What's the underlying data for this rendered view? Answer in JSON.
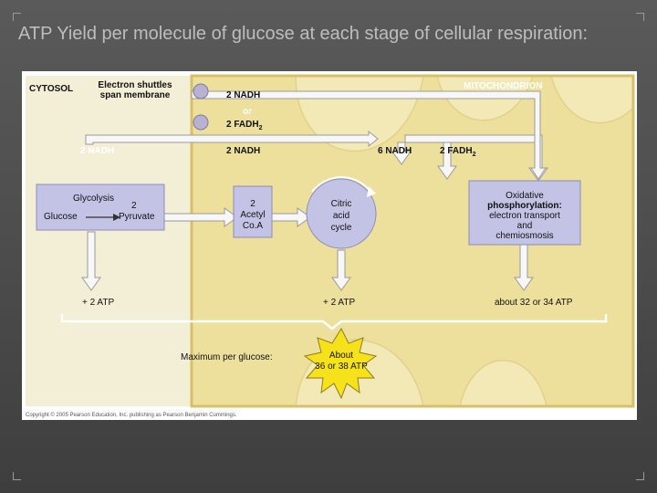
{
  "slide": {
    "title": "ATP Yield per molecule of glucose at each stage of cellular respiration:"
  },
  "figure": {
    "cytosol_label": "CYTOSOL",
    "mitochondrion_label": "MITOCHONDRION",
    "shuttle_label": "Electron shuttles span membrane",
    "shuttle_nadh": "2 NADH",
    "shuttle_or": "or",
    "shuttle_fadh2": "2 FADH",
    "shuttle_fadh2_sub": "2",
    "glycolysis_nadh": "2 NADH",
    "acetyl_nadh": "2 NADH",
    "cycle_nadh": "6 NADH",
    "cycle_fadh2": "2 FADH",
    "cycle_fadh2_sub": "2",
    "glycolysis_title": "Glycolysis",
    "glycolysis_two": "2",
    "glycolysis_glucose": "Glucose",
    "glycolysis_pyruvate": "Pyruvate",
    "acetyl_coa_count": "2",
    "acetyl_coa_name": "Acetyl",
    "acetyl_coa_coa": "Co.A",
    "citric_line1": "Citric",
    "citric_line2": "acid",
    "citric_line3": "cycle",
    "oxphos_line1": "Oxidative",
    "oxphos_line2": "phosphorylation:",
    "oxphos_line3": "electron transport",
    "oxphos_line4": "and",
    "oxphos_line5": "chemiosmosis",
    "atp_glycolysis": "+ 2 ATP",
    "atp_citric": "+ 2 ATP",
    "atp_oxphos": "about 32 or 34 ATP",
    "max_label": "Maximum per glucose:",
    "max_line1": "About",
    "max_line2": "36 or 38 ATP",
    "copyright": "Copyright © 2005 Pearson Education, Inc. publishing as Pearson Benjamin Cummings."
  },
  "colors": {
    "mito_fill": "#eddf9c",
    "cytosol_fill": "#f3eed6",
    "box_fill": "#c3c3e5",
    "burst_fill": "#f6e21a",
    "arrow_fill": "#f7f7f7"
  }
}
